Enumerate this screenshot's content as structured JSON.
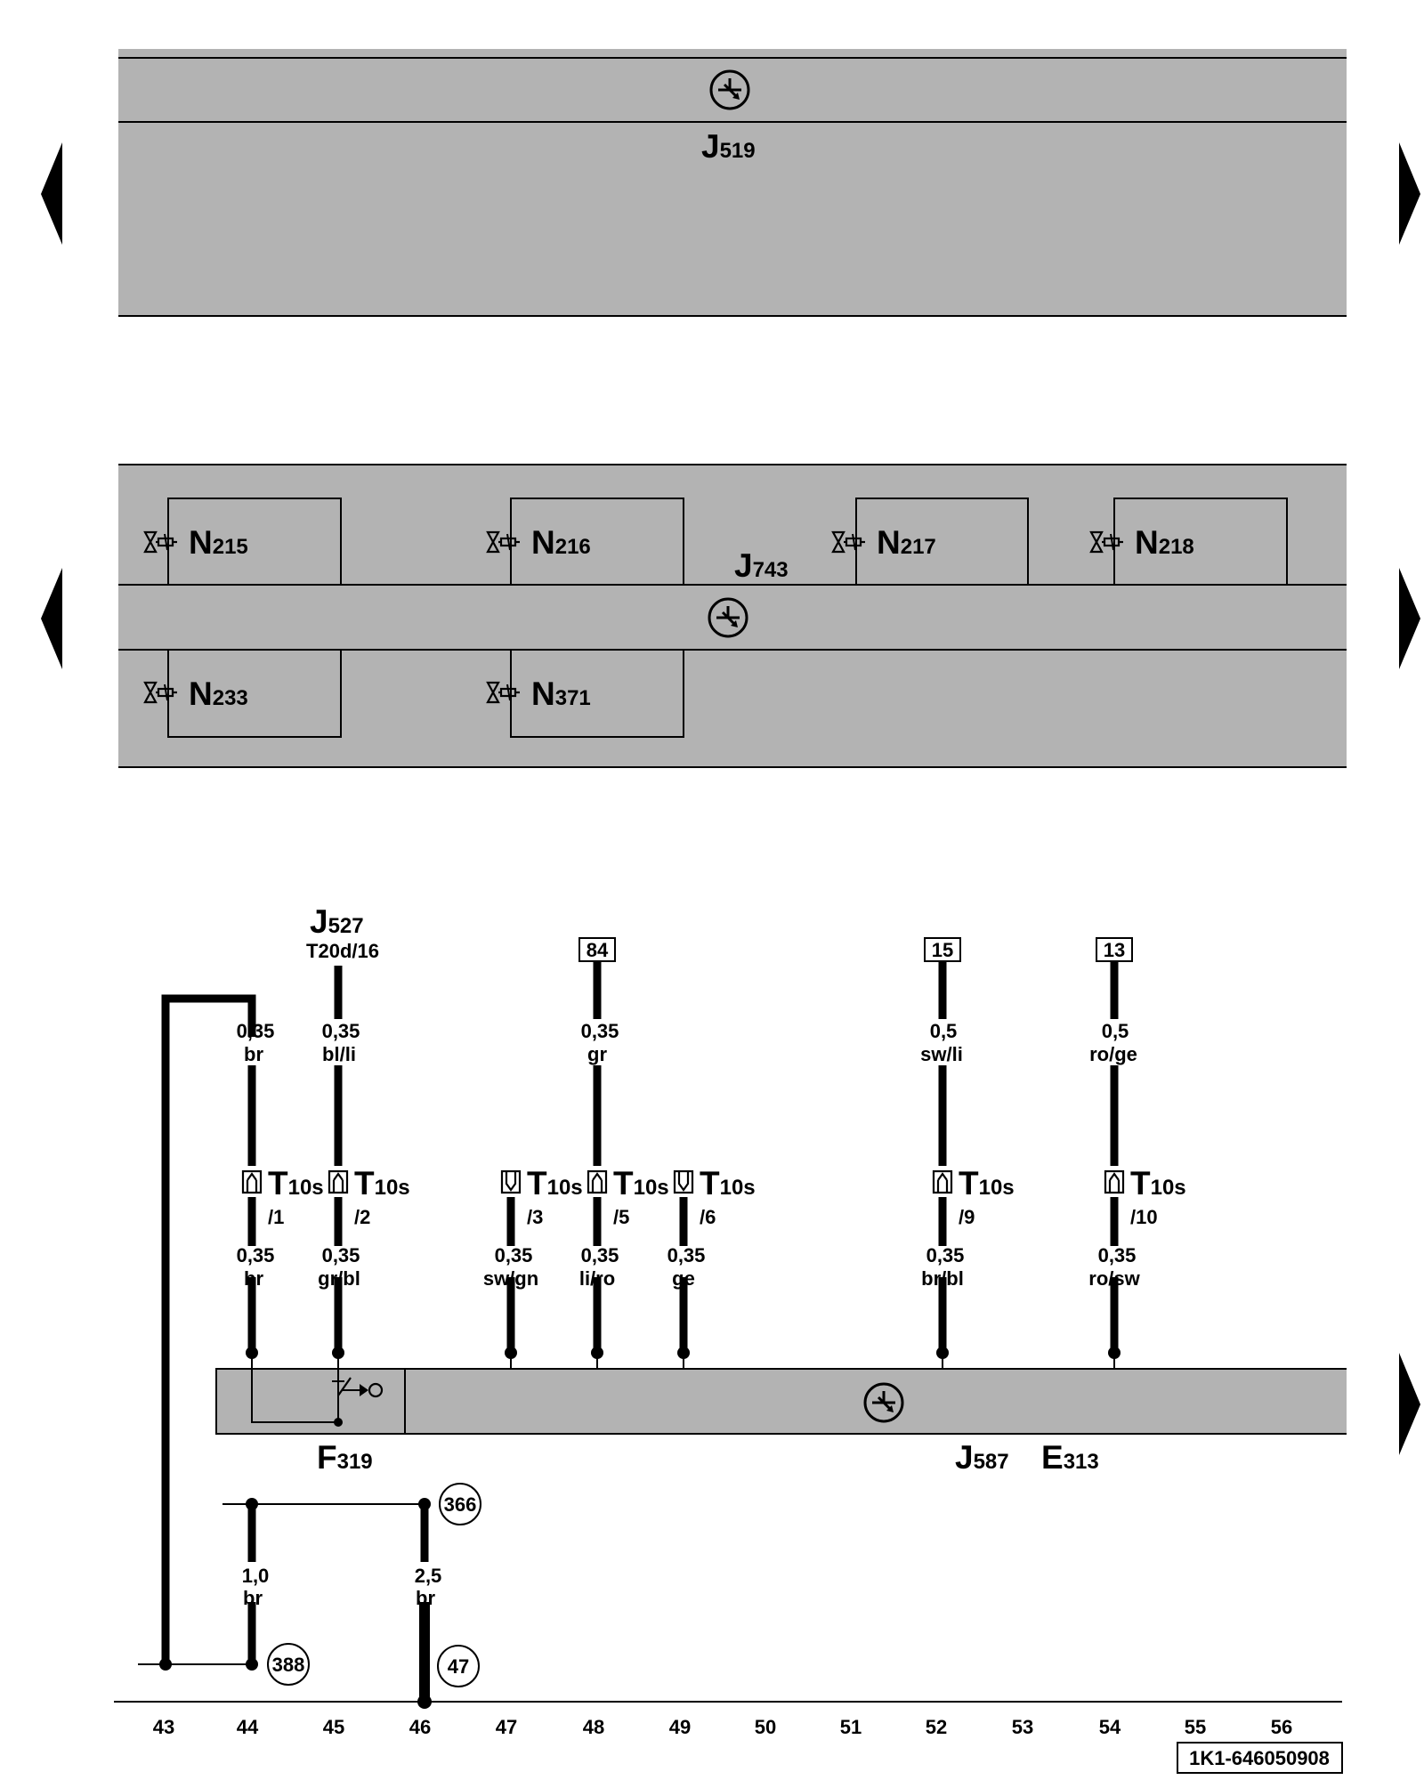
{
  "colors": {
    "panel": "#b3b3b3",
    "line": "#000000",
    "background": "#ffffff"
  },
  "icons": [
    "arrow-left-icon",
    "arrow-right-icon",
    "control-unit-symbol-icon",
    "valve-symbol-icon",
    "connector-pin-icon",
    "switch-symbol-icon"
  ],
  "panels": {
    "j519": {
      "code": "J",
      "num": "519"
    },
    "j743": {
      "code": "J",
      "num": "743",
      "valves": [
        {
          "code": "N",
          "num": "215"
        },
        {
          "code": "N",
          "num": "216"
        },
        {
          "code": "N",
          "num": "217"
        },
        {
          "code": "N",
          "num": "218"
        },
        {
          "code": "N",
          "num": "233"
        },
        {
          "code": "N",
          "num": "371"
        }
      ]
    },
    "j587": {
      "code": "J",
      "num": "587"
    },
    "e313": {
      "code": "E",
      "num": "313"
    },
    "f319": {
      "code": "F",
      "num": "319"
    }
  },
  "top_refs": {
    "j527": {
      "code": "J",
      "num": "527",
      "connector": "T20d/16"
    },
    "boxes": [
      "84",
      "15",
      "13"
    ]
  },
  "wires_upper": [
    {
      "size": "0,35",
      "color": "br"
    },
    {
      "size": "0,35",
      "color": "bl/li"
    },
    {
      "size": "0,35",
      "color": "gr"
    },
    {
      "size": "0,5",
      "color": "sw/li"
    },
    {
      "size": "0,5",
      "color": "ro/ge"
    }
  ],
  "connectors": [
    {
      "t": "T",
      "sub": "10s",
      "pin": "/1"
    },
    {
      "t": "T",
      "sub": "10s",
      "pin": "/2"
    },
    {
      "t": "T",
      "sub": "10s",
      "pin": "/3"
    },
    {
      "t": "T",
      "sub": "10s",
      "pin": "/5"
    },
    {
      "t": "T",
      "sub": "10s",
      "pin": "/6"
    },
    {
      "t": "T",
      "sub": "10s",
      "pin": "/9"
    },
    {
      "t": "T",
      "sub": "10s",
      "pin": "/10"
    }
  ],
  "wires_lower": [
    {
      "size": "0,35",
      "color": "br"
    },
    {
      "size": "0,35",
      "color": "gr/bl"
    },
    {
      "size": "0,35",
      "color": "sw/gn"
    },
    {
      "size": "0,35",
      "color": "li/ro"
    },
    {
      "size": "0,35",
      "color": "ge"
    },
    {
      "size": "0,35",
      "color": "br/bl"
    },
    {
      "size": "0,35",
      "color": "ro/sw"
    }
  ],
  "ground": {
    "wire1": {
      "size": "1,0",
      "color": "br"
    },
    "wire2": {
      "size": "2,5",
      "color": "br"
    },
    "refs": [
      "366",
      "388",
      "47"
    ]
  },
  "columns": [
    "43",
    "44",
    "45",
    "46",
    "47",
    "48",
    "49",
    "50",
    "51",
    "52",
    "53",
    "54",
    "55",
    "56"
  ],
  "doc_id": "1K1-646050908"
}
